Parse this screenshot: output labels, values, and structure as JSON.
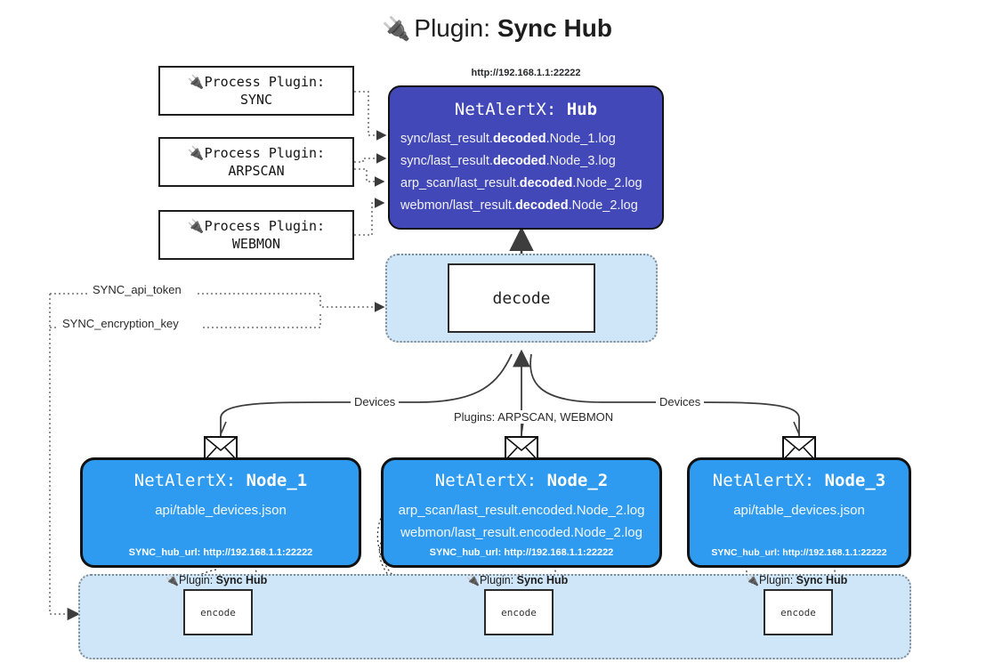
{
  "title": {
    "icon": "plug-icon",
    "prefix": "Plugin: ",
    "name": "Sync Hub"
  },
  "process_plugins": [
    {
      "icon": "plug-icon",
      "line1": "Process Plugin:",
      "line2": "SYNC"
    },
    {
      "icon": "plug-icon",
      "line1": "Process Plugin:",
      "line2": "ARPSCAN"
    },
    {
      "icon": "plug-icon",
      "line1": "Process Plugin:",
      "line2": "WEBMON"
    }
  ],
  "hub": {
    "url": "http://192.168.1.1:22222",
    "title_prefix": "NetAlertX: ",
    "title_name": "Hub",
    "logs": [
      {
        "pre": "sync/last_result.",
        "mid": "decoded",
        "post": ".Node_1.log"
      },
      {
        "pre": "sync/last_result.",
        "mid": "decoded",
        "post": ".Node_3.log"
      },
      {
        "pre": "arp_scan/last_result.",
        "mid": "decoded",
        "post": ".Node_2.log"
      },
      {
        "pre": "webmon/last_result.",
        "mid": "decoded",
        "post": ".Node_2.log"
      }
    ]
  },
  "decode": {
    "label": "decode"
  },
  "secrets": [
    {
      "label": "SYNC_api_token"
    },
    {
      "label": "SYNC_encryption_key"
    }
  ],
  "edge_labels": {
    "devices_left": "Devices",
    "devices_right": "Devices",
    "plugins_center": "Plugins: ARPSCAN, WEBMON"
  },
  "nodes": [
    {
      "icon": "envelope-icon",
      "title_prefix": "NetAlertX: ",
      "title_name": "Node_1",
      "lines": [
        "api/table_devices.json"
      ],
      "footer": "SYNC_hub_url: http://192.168.1.1:22222"
    },
    {
      "icon": "envelope-icon",
      "title_prefix": "NetAlertX: ",
      "title_name": "Node_2",
      "lines": [
        "arp_scan/last_result.encoded.Node_2.log",
        "webmon/last_result.encoded.Node_2.log"
      ],
      "footer": "SYNC_hub_url: http://192.168.1.1:22222"
    },
    {
      "icon": "envelope-icon",
      "title_prefix": "NetAlertX: ",
      "title_name": "Node_3",
      "lines": [
        "api/table_devices.json"
      ],
      "footer": "SYNC_hub_url: http://192.168.1.1:22222"
    }
  ],
  "encoders": [
    {
      "plugin_prefix": "Plugin: ",
      "plugin_name": "Sync Hub",
      "label": "encode"
    },
    {
      "plugin_prefix": "Plugin: ",
      "plugin_name": "Sync Hub",
      "label": "encode"
    },
    {
      "plugin_prefix": "Plugin: ",
      "plugin_name": "Sync Hub",
      "label": "encode"
    }
  ],
  "colors": {
    "hub_fill": "#4248b8",
    "node_fill": "#2e9bf0",
    "band_fill": "#cfe5f8",
    "stroke": "#111111"
  }
}
